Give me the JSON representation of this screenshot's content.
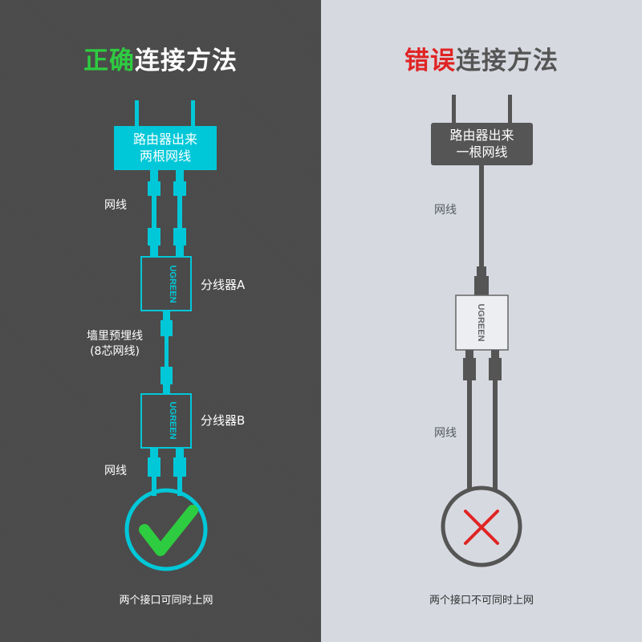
{
  "left": {
    "title_highlight": "正确",
    "title_rest": "连接方法",
    "router_box": {
      "line1": "路由器出来",
      "line2": "两根网线"
    },
    "label_cable_top": "网线",
    "splitter_a": "分线器A",
    "wall_cable": {
      "line1": "墙里预埋线",
      "line2": "(8芯网线)"
    },
    "splitter_b": "分线器B",
    "label_cable_bottom": "网线",
    "device_brand": "UGREEN",
    "caption": "两个接口可同时上网",
    "result_icon": "check-icon"
  },
  "right": {
    "title_highlight": "错误",
    "title_rest": "连接方法",
    "router_box": {
      "line1": "路由器出来",
      "line2": "一根网线"
    },
    "label_cable_top": "网线",
    "label_cable_bottom": "网线",
    "device_brand": "UGREEN",
    "caption": "两个接口不可同时上网",
    "result_icon": "cross-icon"
  },
  "colors": {
    "accent_cyan": "#00c8d8",
    "check_green": "#2ecc40",
    "cross_red": "#e02424",
    "cable_gray": "#555555"
  }
}
